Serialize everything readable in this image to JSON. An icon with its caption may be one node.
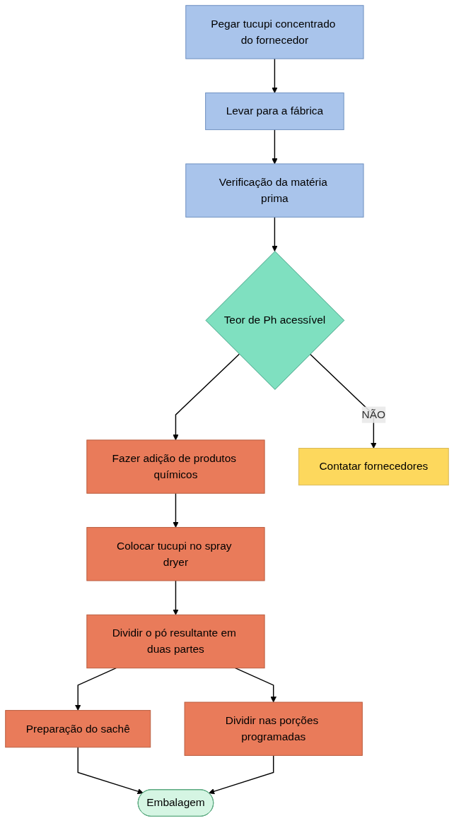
{
  "diagram": {
    "nodes": [
      {
        "text": [
          "Pegar tucupi concentrado do fornecedor"
        ]
      },
      {
        "text": [
          "Levar para a fábrica"
        ]
      },
      {
        "text": [
          "Verificação da matéria prima"
        ]
      },
      {
        "text": [
          "Teor de Ph acessível"
        ]
      },
      {
        "text": [
          "Fazer adição de produtos químicos"
        ]
      },
      {
        "text": [
          "Contatar fornecedores"
        ]
      },
      {
        "text": [
          "Colocar tucupi no spray dryer"
        ]
      },
      {
        "text": [
          "Dividir o pó resultante em duas partes"
        ]
      },
      {
        "text": [
          "Preparação do sachê"
        ]
      },
      {
        "text": [
          "Dividir nas porções programadas"
        ]
      },
      {
        "text": [
          "Embalagem"
        ]
      }
    ],
    "edges": [
      {
        "from": 0,
        "to": 1,
        "arrow": "to"
      },
      {
        "from": 1,
        "to": 2,
        "arrow": "to"
      },
      {
        "from": 2,
        "to": 3,
        "arrow": "to"
      },
      {
        "from": 3,
        "to": 4,
        "arrow": "to"
      },
      {
        "from": 3,
        "to": 5,
        "arrow": "to",
        "label": "NÃO"
      },
      {
        "from": 4,
        "to": 6,
        "arrow": "to"
      },
      {
        "from": 6,
        "to": 7,
        "arrow": "to"
      },
      {
        "from": 7,
        "to": 8,
        "arrow": "to"
      },
      {
        "from": 7,
        "to": 9,
        "arrow": "to"
      },
      {
        "from": 8,
        "to": 10,
        "arrow": "to"
      },
      {
        "from": 9,
        "to": 10,
        "arrow": "to"
      }
    ]
  }
}
